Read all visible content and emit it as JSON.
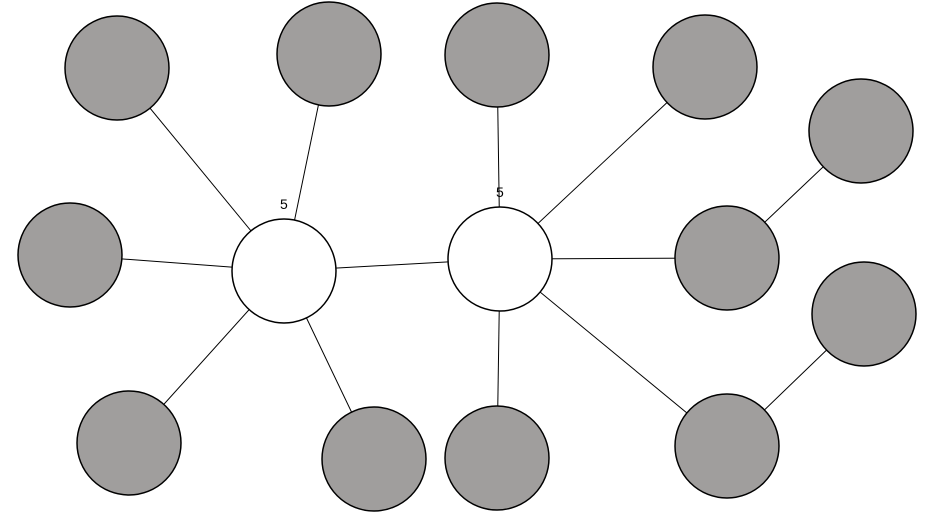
{
  "colors": {
    "hub_fill": "#ffffff",
    "leaf_fill": "#a09e9d",
    "stroke": "#000000",
    "background": "#ffffff"
  },
  "nodes": [
    {
      "id": "hub-left",
      "type": "hub",
      "label": "5"
    },
    {
      "id": "hub-right",
      "type": "hub",
      "label": "5"
    },
    {
      "id": "leaf-1",
      "type": "leaf",
      "label": ""
    },
    {
      "id": "leaf-2",
      "type": "leaf",
      "label": ""
    },
    {
      "id": "leaf-3",
      "type": "leaf",
      "label": ""
    },
    {
      "id": "leaf-4",
      "type": "leaf",
      "label": ""
    },
    {
      "id": "leaf-5",
      "type": "leaf",
      "label": ""
    },
    {
      "id": "leaf-6",
      "type": "leaf",
      "label": ""
    },
    {
      "id": "leaf-7",
      "type": "leaf",
      "label": ""
    },
    {
      "id": "leaf-8",
      "type": "leaf",
      "label": ""
    },
    {
      "id": "leaf-9",
      "type": "leaf",
      "label": ""
    },
    {
      "id": "leaf-10",
      "type": "leaf",
      "label": ""
    },
    {
      "id": "leaf-11",
      "type": "leaf",
      "label": ""
    },
    {
      "id": "leaf-12",
      "type": "leaf",
      "label": ""
    }
  ],
  "edges": [
    [
      "hub-left",
      "hub-right"
    ],
    [
      "hub-left",
      "leaf-1"
    ],
    [
      "hub-left",
      "leaf-2"
    ],
    [
      "hub-left",
      "leaf-3"
    ],
    [
      "hub-left",
      "leaf-4"
    ],
    [
      "hub-left",
      "leaf-5"
    ],
    [
      "hub-right",
      "leaf-6"
    ],
    [
      "hub-right",
      "leaf-7"
    ],
    [
      "hub-right",
      "leaf-8"
    ],
    [
      "hub-right",
      "leaf-9"
    ],
    [
      "hub-right",
      "leaf-10"
    ],
    [
      "leaf-8",
      "leaf-11"
    ],
    [
      "leaf-10",
      "leaf-12"
    ]
  ]
}
